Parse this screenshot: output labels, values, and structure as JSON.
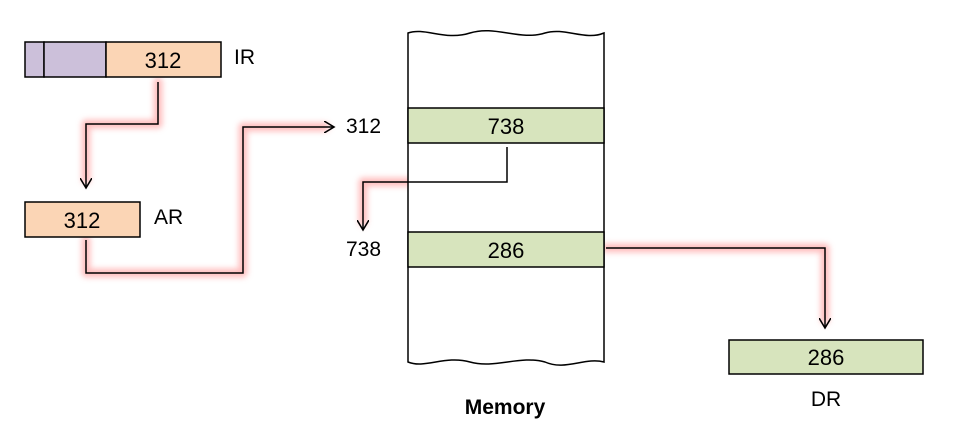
{
  "registers": {
    "ir": {
      "label": "IR",
      "value": "312",
      "color": "#fbd5b5",
      "opcode_color": "#ccc0da"
    },
    "ar": {
      "label": "AR",
      "value": "312",
      "color": "#fbd5b5"
    },
    "dr": {
      "label": "DR",
      "value": "286",
      "color": "#d7e4bd"
    }
  },
  "memory": {
    "title": "Memory",
    "cells": [
      {
        "address": "312",
        "value": "738"
      },
      {
        "address": "738",
        "value": "286"
      }
    ],
    "cell_color": "#d7e4bd"
  },
  "colors": {
    "arrow_glow": "#ff8a8a",
    "stroke": "#000000"
  }
}
